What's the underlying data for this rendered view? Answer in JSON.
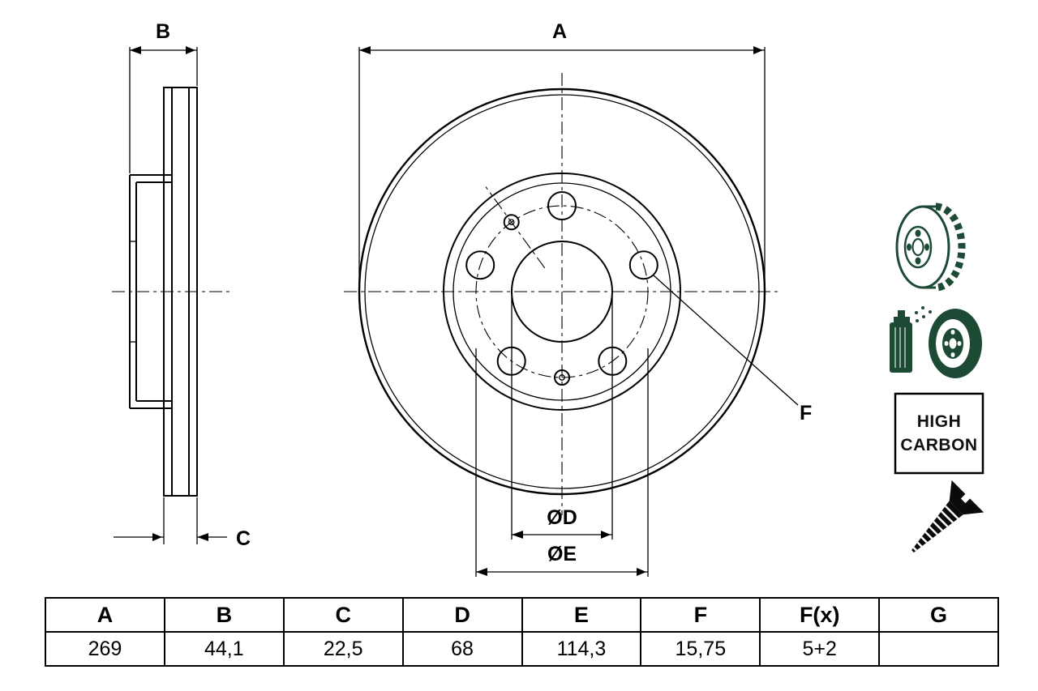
{
  "drawing": {
    "dim_labels": {
      "a": "A",
      "b": "B",
      "c": "C",
      "d": "ØD",
      "e": "ØE",
      "f": "F"
    }
  },
  "high_carbon_badge": {
    "line1": "HIGH",
    "line2": "CARBON"
  },
  "table": {
    "headers": [
      "A",
      "B",
      "C",
      "D",
      "E",
      "F",
      "F(x)",
      "G"
    ],
    "values": [
      "269",
      "44,1",
      "22,5",
      "68",
      "114,3",
      "15,75",
      "5+2",
      ""
    ]
  },
  "colors": {
    "line": "#000000",
    "icon_green": "#1d4a35"
  },
  "icons": [
    "vented-brake-disc-icon",
    "coated-disc-spray-icon",
    "high-carbon-badge",
    "countersunk-screw-icon"
  ]
}
